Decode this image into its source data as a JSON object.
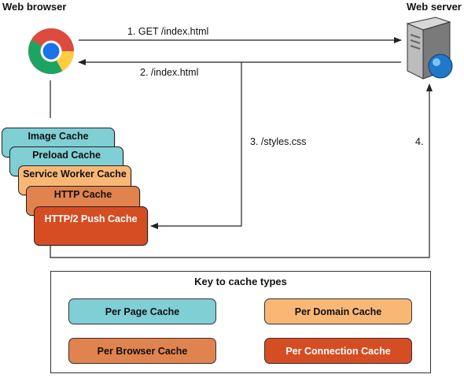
{
  "titles": {
    "browser": "Web browser",
    "server": "Web server"
  },
  "arrows": {
    "step1": "1. GET /index.html",
    "step2": "2. /index.html",
    "step3": "3. /styles.css",
    "step4": "4."
  },
  "caches": [
    {
      "label": "Image Cache",
      "type": "page"
    },
    {
      "label": "Preload Cache",
      "type": "page"
    },
    {
      "label": "Service Worker Cache",
      "type": "domain"
    },
    {
      "label": "HTTP Cache",
      "type": "browser"
    },
    {
      "label": "HTTP/2 Push Cache",
      "type": "connection"
    }
  ],
  "key": {
    "title": "Key to cache types",
    "items": [
      {
        "label": "Per Page Cache",
        "type": "page"
      },
      {
        "label": "Per Domain Cache",
        "type": "domain"
      },
      {
        "label": "Per Browser Cache",
        "type": "browser"
      },
      {
        "label": "Per Connection Cache",
        "type": "connection"
      }
    ]
  },
  "colors": {
    "page": "#7fcfd4",
    "domain": "#f9b776",
    "browser": "#e0834e",
    "connection": "#d64d23"
  },
  "icons": {
    "browser": "chrome-logo-icon",
    "server": "web-server-icon"
  }
}
